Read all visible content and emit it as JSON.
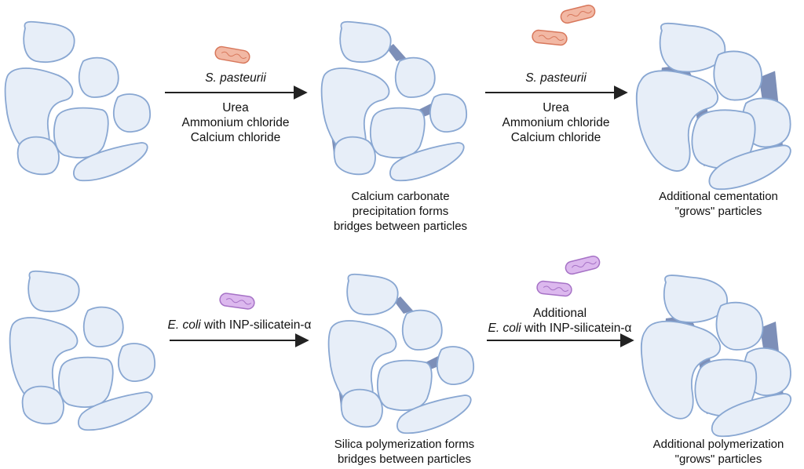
{
  "top_row": {
    "arrow1": {
      "organism": "S. pasteurii",
      "reagents": [
        "Urea",
        "Ammonium chloride",
        "Calcium chloride"
      ]
    },
    "arrow2": {
      "organism": "S. pasteurii",
      "reagents": [
        "Urea",
        "Ammonium chloride",
        "Calcium chloride"
      ]
    },
    "caption_middle": [
      "Calcium carbonate",
      "precipitation forms",
      "bridges between particles"
    ],
    "caption_right": [
      "Additional cementation",
      "\"grows\" particles"
    ]
  },
  "bottom_row": {
    "arrow1": {
      "organism": "E. coli",
      "rest": " with INP-silicatein-α"
    },
    "arrow2": {
      "prefix": "Additional",
      "organism": "E. coli",
      "rest": " with INP-silicatein-α"
    },
    "caption_middle": [
      "Silica polymerization forms",
      "bridges between particles"
    ],
    "caption_right": [
      "Additional polymerization",
      "\"grows\" particles"
    ]
  },
  "colors": {
    "particle_fill": "#e7eef8",
    "particle_stroke": "#89a7d2",
    "bridge": "#7d8fb8",
    "bacterium_red_fill": "#f2b8a4",
    "bacterium_red_stroke": "#d8785c",
    "bacterium_purple_fill": "#dcb8ee",
    "bacterium_purple_stroke": "#a672c6"
  }
}
